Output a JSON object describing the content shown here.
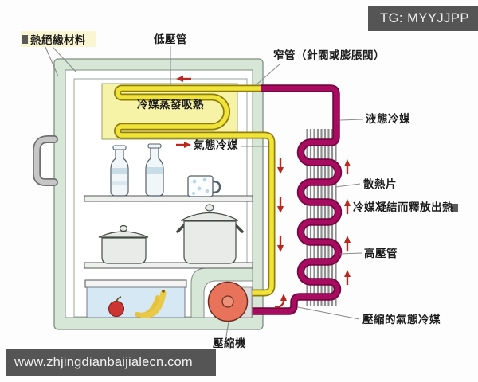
{
  "watermarks": {
    "telegram_badge": "TG: MYYJJPP",
    "website_bar": "www.zhjingdianbaijialecn.com"
  },
  "labels": {
    "insulation": "熱絕緣材料",
    "low_pressure_pipe": "低壓管",
    "narrow_tube": "窄管（針閥或膨脹閥）",
    "evaporator_process": "冷媒蒸發吸熱",
    "gaseous_refrigerant": "氣態冷媒",
    "liquid_refrigerant": "液態冷媒",
    "heat_sink_fins": "散熱片",
    "condense_release_heat": "冷媒凝結而釋放出熱",
    "high_pressure_pipe": "高壓管",
    "compressed_gaseous_refrigerant": "壓縮的氣態冷媒",
    "compressor": "壓縮機"
  },
  "colors": {
    "high_pressure_pipe": "#a80c60",
    "low_pressure_pipe": "#f0e438",
    "fridge_wall": "#d7e7d7",
    "evaporator_panel": "#f6f2a6",
    "compressor_body": "#e8735a",
    "flow_arrow": "#b8281e",
    "watermark_background": "#484848"
  }
}
